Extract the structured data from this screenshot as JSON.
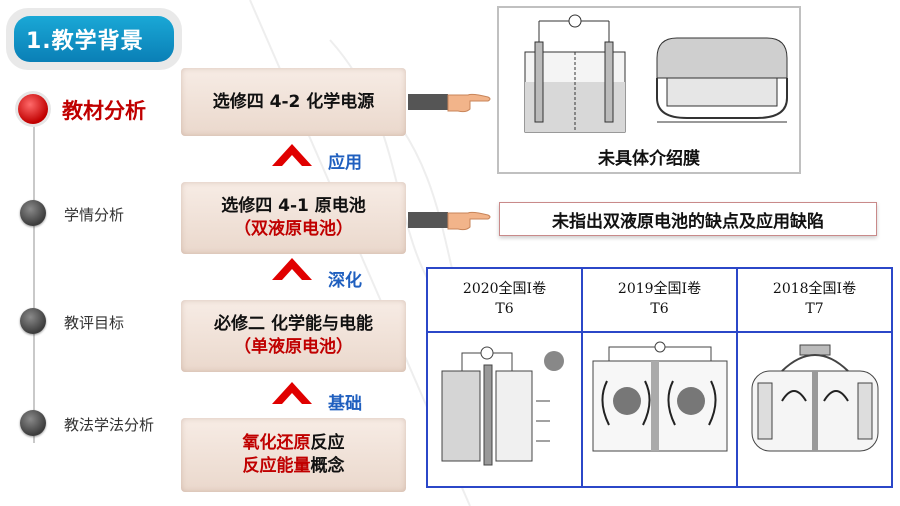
{
  "header": {
    "title": "1.教学背景"
  },
  "nav": {
    "items": [
      {
        "label": "教材分析",
        "active": true
      },
      {
        "label": "学情分析",
        "active": false
      },
      {
        "label": "教评目标",
        "active": false
      },
      {
        "label": "教法学法分析",
        "active": false
      }
    ]
  },
  "flow": {
    "box1": {
      "line1": "选修四  4-2 化学电源"
    },
    "box2": {
      "line1": "选修四  4-1 原电池",
      "line2": "（双液原电池）"
    },
    "box3": {
      "line1": "必修二  化学能与电能",
      "line2": "（单液原电池）"
    },
    "box4": {
      "line1a": "氧化还原",
      "line1b": "反应",
      "line2a": "反应能量",
      "line2b": "概念"
    },
    "arrows": [
      {
        "label": "应用"
      },
      {
        "label": "深化"
      },
      {
        "label": "基础"
      }
    ]
  },
  "textbook_image": {
    "caption": "未具体介绍膜"
  },
  "note": {
    "text": "未指出双液原电池的缺点及应用缺陷"
  },
  "exams": [
    {
      "year": "2020全国I卷",
      "q": "T6"
    },
    {
      "year": "2019全国I卷",
      "q": "T6"
    },
    {
      "year": "2018全国I卷",
      "q": "T7"
    }
  ],
  "colors": {
    "accent_red": "#c00000",
    "accent_blue": "#1f5fbf",
    "frame_blue": "#2b47c8",
    "header_blue": "#0a7fb6"
  },
  "icons": [
    "pointing-hand-icon",
    "up-chevron-icon",
    "timeline-dot-icon"
  ]
}
